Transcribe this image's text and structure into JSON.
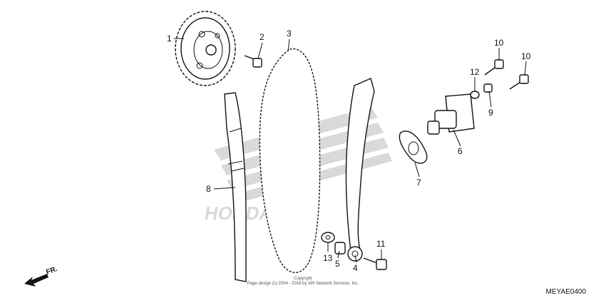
{
  "callouts": {
    "c1": "1",
    "c2": "2",
    "c3": "3",
    "c4": "4",
    "c5": "5",
    "c6": "6",
    "c7": "7",
    "c8": "8",
    "c9": "9",
    "c10a": "10",
    "c10b": "10",
    "c11": "11",
    "c12": "12",
    "c13": "13"
  },
  "direction_label": "FR.",
  "copyright": {
    "line1": "Copyright",
    "line2": "Page design (c) 2004 - 2016 by ARI Network Services, Inc."
  },
  "diagram_code": "MEYAE0400",
  "watermark": "HONDA"
}
